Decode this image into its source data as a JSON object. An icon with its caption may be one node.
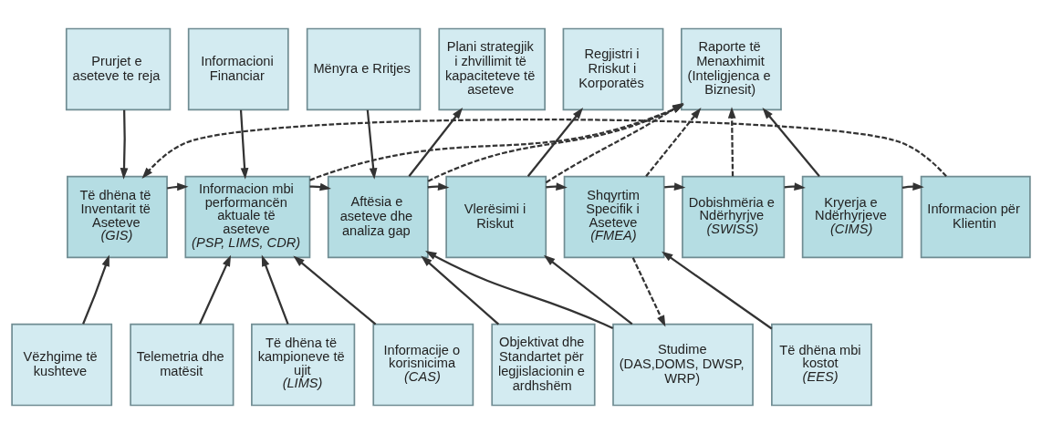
{
  "diagram": {
    "nodes": [
      {
        "text": [
          "Prurjet e aseteve te reja"
        ]
      },
      {
        "text": [
          "Informacioni Financiar"
        ]
      },
      {
        "text": [
          "Mënyra e Rritjes"
        ]
      },
      {
        "text": [
          "Plani strategjik i zhvillimit të kapaciteteve të aseteve"
        ]
      },
      {
        "text": [
          "Regjistri i Rriskut i Korporatës"
        ]
      },
      {
        "text": [
          "Raporte të Menaxhimit (Inteligjenca e Biznesit)"
        ]
      },
      {
        "text": [
          "Të dhëna të Inventarit të Aseteve",
          "(GIS)"
        ]
      },
      {
        "text": [
          "Informacion mbi performancën aktuale të aseteve",
          "(PSP, LIMS, CDR)"
        ]
      },
      {
        "text": [
          "Aftësia e aseteve dhe analiza gap"
        ]
      },
      {
        "text": [
          "Vlerësimi i Riskut"
        ]
      },
      {
        "text": [
          "Shqyrtim Specifik i Aseteve",
          "(FMEA)"
        ]
      },
      {
        "text": [
          "Dobishmëria e Ndërhyrjve",
          "(SWISS)"
        ]
      },
      {
        "text": [
          "Kryerja e Ndërhyrjeve",
          "(CIMS)"
        ]
      },
      {
        "text": [
          "Informacion për Klientin"
        ]
      },
      {
        "text": [
          "Vëzhgime të kushteve"
        ]
      },
      {
        "text": [
          "Telemetria dhe matësit"
        ]
      },
      {
        "text": [
          "Të dhëna të kampioneve të ujit",
          "(LIMS)"
        ]
      },
      {
        "text": [
          "Informacije o korisnicima",
          "(CAS)"
        ]
      },
      {
        "text": [
          "Objektivat dhe Standartet për legjislacionin e ardhshëm"
        ]
      },
      {
        "text": [
          "Studime (DAS,DOMS, DWSP, WRP)"
        ]
      },
      {
        "text": [
          "Të dhëna mbi kostot",
          "(EES)"
        ]
      }
    ],
    "edges": [
      {
        "from": 0,
        "to": 6,
        "arrow": "to"
      },
      {
        "from": 1,
        "to": 7,
        "arrow": "to"
      },
      {
        "from": 2,
        "to": 8,
        "arrow": "to"
      },
      {
        "from": 8,
        "to": 3,
        "arrow": "to"
      },
      {
        "from": 9,
        "to": 4,
        "arrow": "to"
      },
      {
        "from": 6,
        "to": 7,
        "arrow": "to"
      },
      {
        "from": 7,
        "to": 8,
        "arrow": "to"
      },
      {
        "from": 8,
        "to": 9,
        "arrow": "to"
      },
      {
        "from": 9,
        "to": 10,
        "arrow": "to"
      },
      {
        "from": 10,
        "to": 11,
        "arrow": "to"
      },
      {
        "from": 11,
        "to": 12,
        "arrow": "to"
      },
      {
        "from": 12,
        "to": 13,
        "arrow": "to"
      },
      {
        "from": 7,
        "to": 5,
        "arrow": "to",
        "style": "dashed"
      },
      {
        "from": 8,
        "to": 5,
        "arrow": "to",
        "style": "dashed"
      },
      {
        "from": 9,
        "to": 5,
        "arrow": "to",
        "style": "dashed"
      },
      {
        "from": 10,
        "to": 5,
        "arrow": "to",
        "style": "dashed"
      },
      {
        "from": 11,
        "to": 5,
        "arrow": "to",
        "style": "dashed"
      },
      {
        "from": 12,
        "to": 5,
        "arrow": "to"
      },
      {
        "from": 13,
        "to": 6,
        "arrow": "to",
        "style": "dashed"
      },
      {
        "from": 14,
        "to": 6,
        "arrow": "to"
      },
      {
        "from": 15,
        "to": 7,
        "arrow": "to"
      },
      {
        "from": 16,
        "to": 7,
        "arrow": "to"
      },
      {
        "from": 17,
        "to": 7,
        "arrow": "to"
      },
      {
        "from": 18,
        "to": 8,
        "arrow": "to"
      },
      {
        "from": 19,
        "to": 8,
        "arrow": "to"
      },
      {
        "from": 19,
        "to": 9,
        "arrow": "to"
      },
      {
        "from": 20,
        "to": 10,
        "arrow": "to"
      },
      {
        "from": 10,
        "to": 19,
        "arrow": "to",
        "style": "dashed"
      }
    ]
  }
}
